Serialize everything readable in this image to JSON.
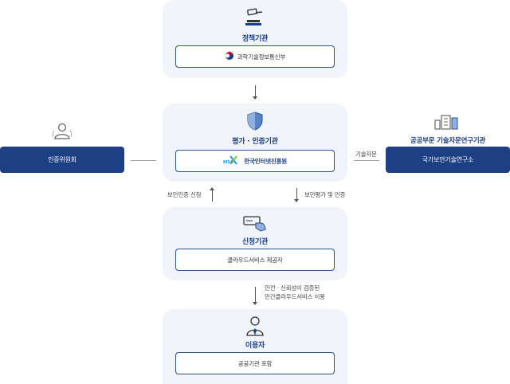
{
  "policy": {
    "title": "정책기관",
    "org": "과학기술정보통신부"
  },
  "eval": {
    "title": "평가 · 인증기관",
    "org": "한국인터넷진흥원",
    "logo_text": "KISA"
  },
  "applicant": {
    "title": "신청기관",
    "org": "클라우드서비스 제공자"
  },
  "user": {
    "title": "이용자",
    "org": "공공기관 포함"
  },
  "committee": {
    "label": "인증위원회"
  },
  "advisory": {
    "title": "공공부문 기술자문연구기관",
    "org": "국가보안기술연구소"
  },
  "edges": {
    "tech_advice": "기술자문",
    "apply_cert": "보안인증 신청",
    "eval_cert": "보안평가 및 인증",
    "verified_line1": "안전 · 신뢰성이 검증된",
    "verified_line2": "민간클라우드서비스 이용"
  },
  "colors": {
    "navy": "#1d3f84",
    "card_bg": "#f1f4f8",
    "border": "#2d4f8f"
  }
}
